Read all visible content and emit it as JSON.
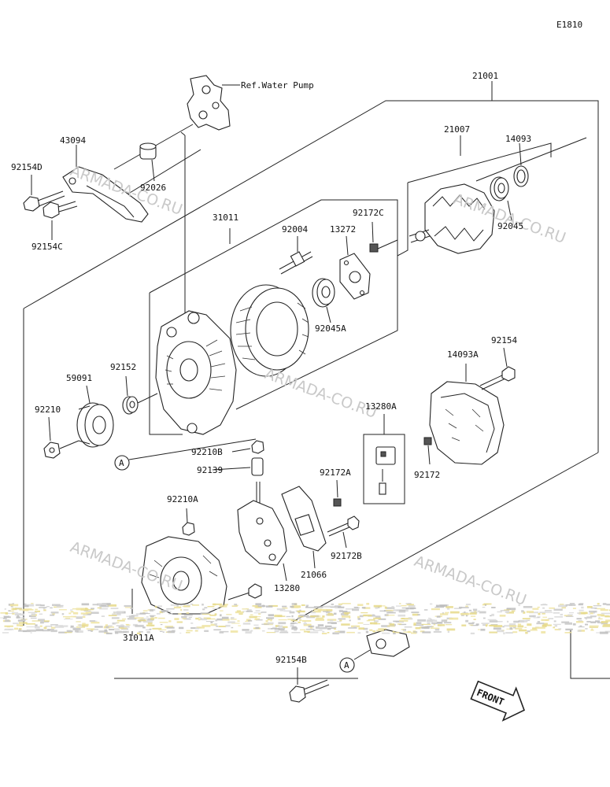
{
  "diagram": {
    "code": "E1810",
    "ref_label": "Ref.Water Pump",
    "front_label": "FRONT",
    "watermark": "ARMADA-CO.RU",
    "callout_a": "A",
    "parts": [
      {
        "id": "p21001",
        "label": "21001"
      },
      {
        "id": "p21007",
        "label": "21007"
      },
      {
        "id": "p14093",
        "label": "14093"
      },
      {
        "id": "p43094",
        "label": "43094"
      },
      {
        "id": "p92154D",
        "label": "92154D"
      },
      {
        "id": "p92026",
        "label": "92026"
      },
      {
        "id": "p92154C",
        "label": "92154C"
      },
      {
        "id": "p31011",
        "label": "31011"
      },
      {
        "id": "p92172C",
        "label": "92172C"
      },
      {
        "id": "p92004",
        "label": "92004"
      },
      {
        "id": "p13272",
        "label": "13272"
      },
      {
        "id": "p92045",
        "label": "92045"
      },
      {
        "id": "p92045A",
        "label": "92045A"
      },
      {
        "id": "p92154",
        "label": "92154"
      },
      {
        "id": "p14093A",
        "label": "14093A"
      },
      {
        "id": "p59091",
        "label": "59091"
      },
      {
        "id": "p92152",
        "label": "92152"
      },
      {
        "id": "p92210",
        "label": "92210"
      },
      {
        "id": "p13280A",
        "label": "13280A"
      },
      {
        "id": "p92210B",
        "label": "92210B"
      },
      {
        "id": "p92139",
        "label": "92139"
      },
      {
        "id": "p92172A",
        "label": "92172A"
      },
      {
        "id": "p92172",
        "label": "92172"
      },
      {
        "id": "p92210A",
        "label": "92210A"
      },
      {
        "id": "p92172B",
        "label": "92172B"
      },
      {
        "id": "p21066",
        "label": "21066"
      },
      {
        "id": "p13280",
        "label": "13280"
      },
      {
        "id": "p31011A",
        "label": "31011A"
      },
      {
        "id": "p92154B",
        "label": "92154B"
      }
    ]
  }
}
